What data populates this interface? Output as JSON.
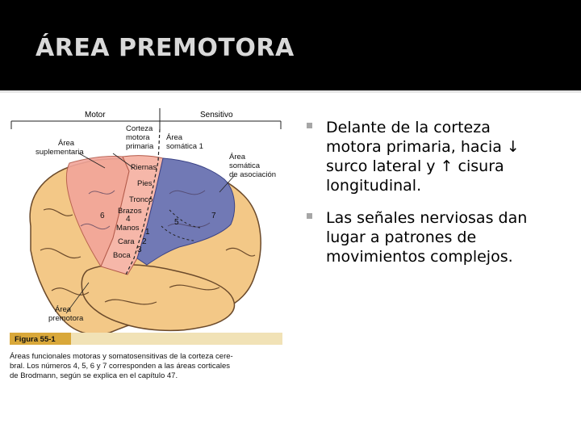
{
  "slide": {
    "title": "ÁREA PREMOTORA",
    "bullets": [
      {
        "text": "Delante de la corteza motora primaria, hacia ↓ surco lateral y ↑ cisura longitudinal."
      },
      {
        "text": "Las señales nerviosas dan lugar a patrones de movimientos complejos."
      }
    ]
  },
  "figure": {
    "header_motor": "Motor",
    "header_sensitivo": "Sensitivo",
    "label_corteza_1": "Corteza",
    "label_corteza_2": "motora",
    "label_corteza_3": "primaria",
    "label_area_somatica_1": "Área",
    "label_area_somatica_2": "somática 1",
    "label_area_supl_1": "Área",
    "label_area_supl_2": "suplementaria",
    "label_area_asoc_1": "Área",
    "label_area_asoc_2": "somática",
    "label_area_asoc_3": "de asociación",
    "label_area_premotora_1": "Área",
    "label_area_premotora_2": "premotora",
    "body_parts": [
      "Piernas",
      "Pies",
      "Tronco",
      "Brazos",
      "Manos",
      "Cara",
      "Boca"
    ],
    "numbers": [
      "6",
      "4",
      "5",
      "7",
      "3",
      "2",
      "1"
    ],
    "figure_tag": "Figura 55-1",
    "caption_1": "Áreas funcionales motoras y somatosensitivas de la corteza cere-",
    "caption_2": "bral. Los números 4, 5, 6 y 7 corresponden a las áreas corticales",
    "caption_3": "de Brodmann, según se explica en el capítulo 47.",
    "colors": {
      "brain": "#f3c887",
      "gyri_outline": "#6b4a2b",
      "premotor": "#f2a59a",
      "motor": "#f6b7a9",
      "sensory": "#7179b5",
      "tag_bg": "#d9a83a"
    }
  }
}
